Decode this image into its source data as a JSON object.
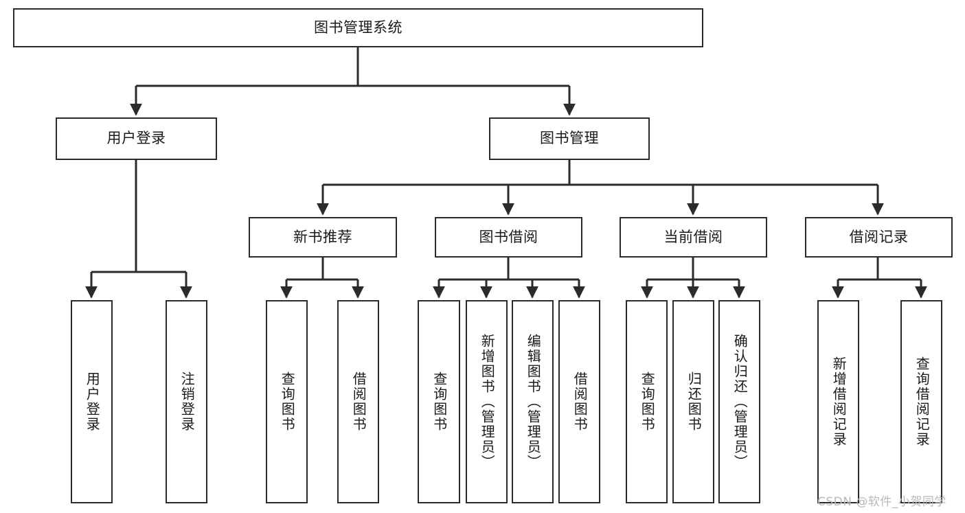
{
  "diagram": {
    "title": "图书管理系统",
    "type": "tree-hierarchy-diagram",
    "colors": {
      "box_border": "#2b2b2b",
      "box_fill": "#ffffff",
      "edge": "#2b2b2b",
      "background": "#ffffff",
      "watermark": "#b9b9b9"
    }
  },
  "nodes": {
    "root": {
      "label": "图书管理系统"
    },
    "level2": [
      {
        "label": "用户登录"
      },
      {
        "label": "图书管理"
      }
    ],
    "level3": [
      {
        "label": "新书推荐"
      },
      {
        "label": "图书借阅"
      },
      {
        "label": "当前借阅"
      },
      {
        "label": "借阅记录"
      }
    ],
    "leaves": {
      "user_login": [
        {
          "label": "用户登录"
        },
        {
          "label": "注销登录"
        }
      ],
      "new_book_recommend": [
        {
          "label": "查询图书"
        },
        {
          "label": "借阅图书"
        }
      ],
      "book_borrow": [
        {
          "label": "查询图书"
        },
        {
          "label": "新增图书（管理员）"
        },
        {
          "label": "编辑图书（管理员）"
        },
        {
          "label": "借阅图书"
        }
      ],
      "current_borrow": [
        {
          "label": "查询图书"
        },
        {
          "label": "归还图书"
        },
        {
          "label": "确认归还（管理员）"
        }
      ],
      "borrow_record": [
        {
          "label": "新增借阅记录"
        },
        {
          "label": "查询借阅记录"
        }
      ]
    }
  },
  "watermark": {
    "text": "CSDN @软件_小贺同学"
  }
}
